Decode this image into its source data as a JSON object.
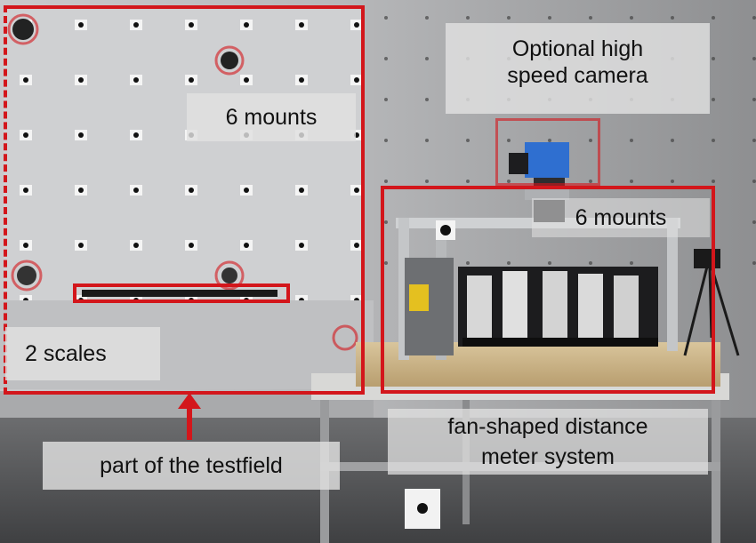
{
  "annotations": {
    "optional_camera": "Optional high\nspeed camera",
    "mounts_wall": "6 mounts",
    "mounts_rig": "6 mounts",
    "scales": "2 scales",
    "testfield": "part of the testfield",
    "distance_meter": "fan-shaped distance\nmeter system"
  },
  "colors": {
    "highlight_red": "#d3161b",
    "label_background": "#e3e3e3",
    "label_text": "#111111"
  }
}
